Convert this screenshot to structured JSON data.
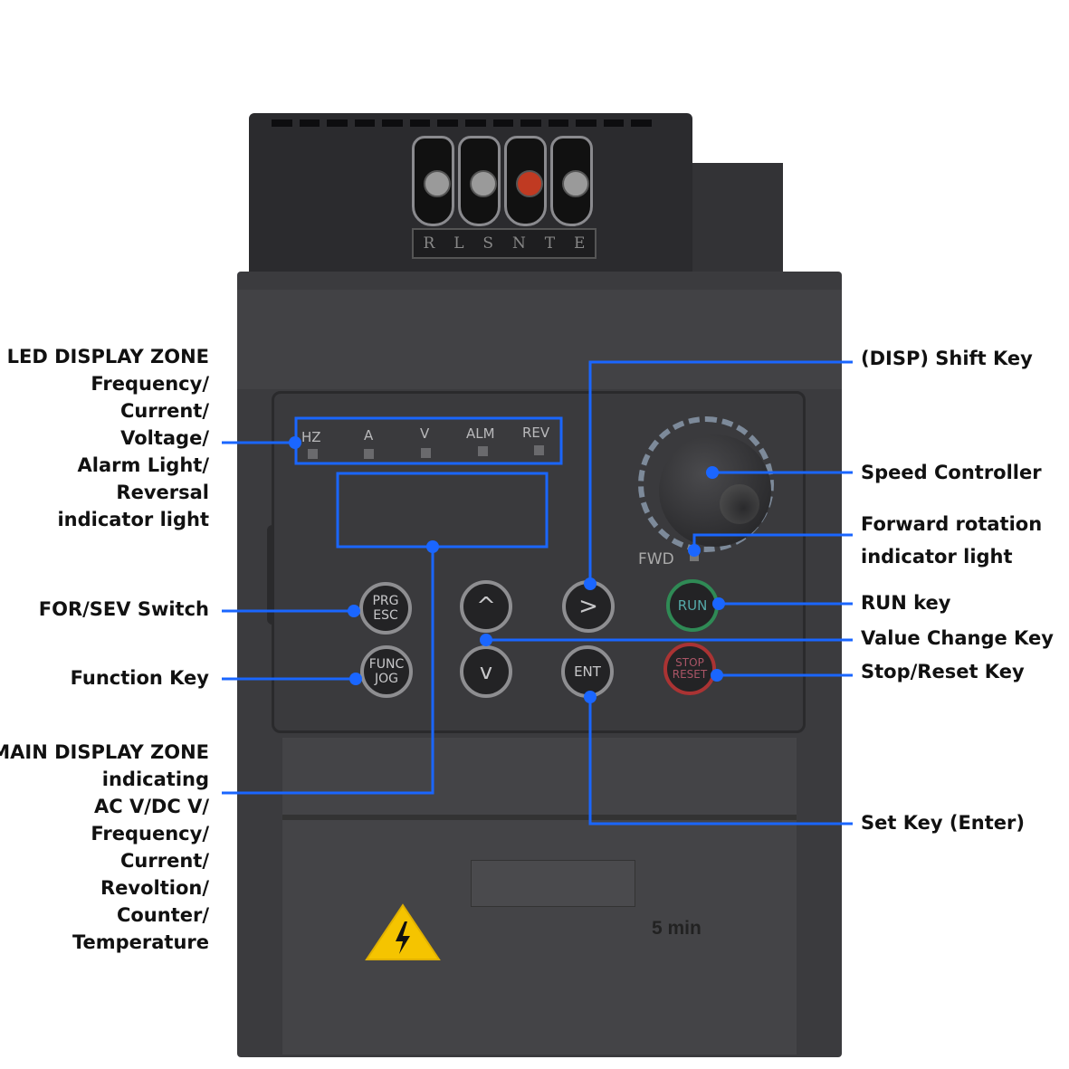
{
  "device": {
    "terminal_labels": [
      "R",
      "L",
      "S",
      "N",
      "T",
      "E"
    ],
    "led_indicators": [
      "HZ",
      "A",
      "V",
      "ALM",
      "REV"
    ],
    "fwd_label": "FWD",
    "timer_label": "5 min",
    "keys": {
      "prg": [
        "PRG",
        "ESC"
      ],
      "func": [
        "FUNC",
        "JOG"
      ],
      "up": "^",
      "down": "v",
      "shift": ">",
      "ent": "ENT",
      "run": "RUN",
      "stop": [
        "STOP",
        "RESET"
      ]
    }
  },
  "callouts": {
    "left": {
      "led_zone": [
        "LED DISPLAY ZONE",
        "Frequency/",
        "Current/",
        "Voltage/",
        "Alarm Light/",
        "Reversal",
        "indicator light"
      ],
      "for_sev": "FOR/SEV Switch",
      "function_key": "Function Key",
      "main_zone": [
        "MAIN DISPLAY ZONE",
        "indicating",
        "AC V/DC V/",
        "Frequency/",
        "Current/",
        "Revoltion/",
        "Counter/",
        "Temperature"
      ]
    },
    "right": {
      "disp_shift": "(DISP) Shift Key",
      "speed": "Speed Controller",
      "forward": [
        "Forward rotation",
        "indicator light"
      ],
      "run": "RUN key",
      "value_change": "Value Change Key",
      "stop_reset": "Stop/Reset Key",
      "set_key": "Set Key (Enter)"
    }
  },
  "colors": {
    "callout_line": "#1a66ff",
    "body": "#3b3b3e",
    "run_ring": "#2f8a55",
    "stop_ring": "#a33333",
    "warning": "#f5c400"
  }
}
